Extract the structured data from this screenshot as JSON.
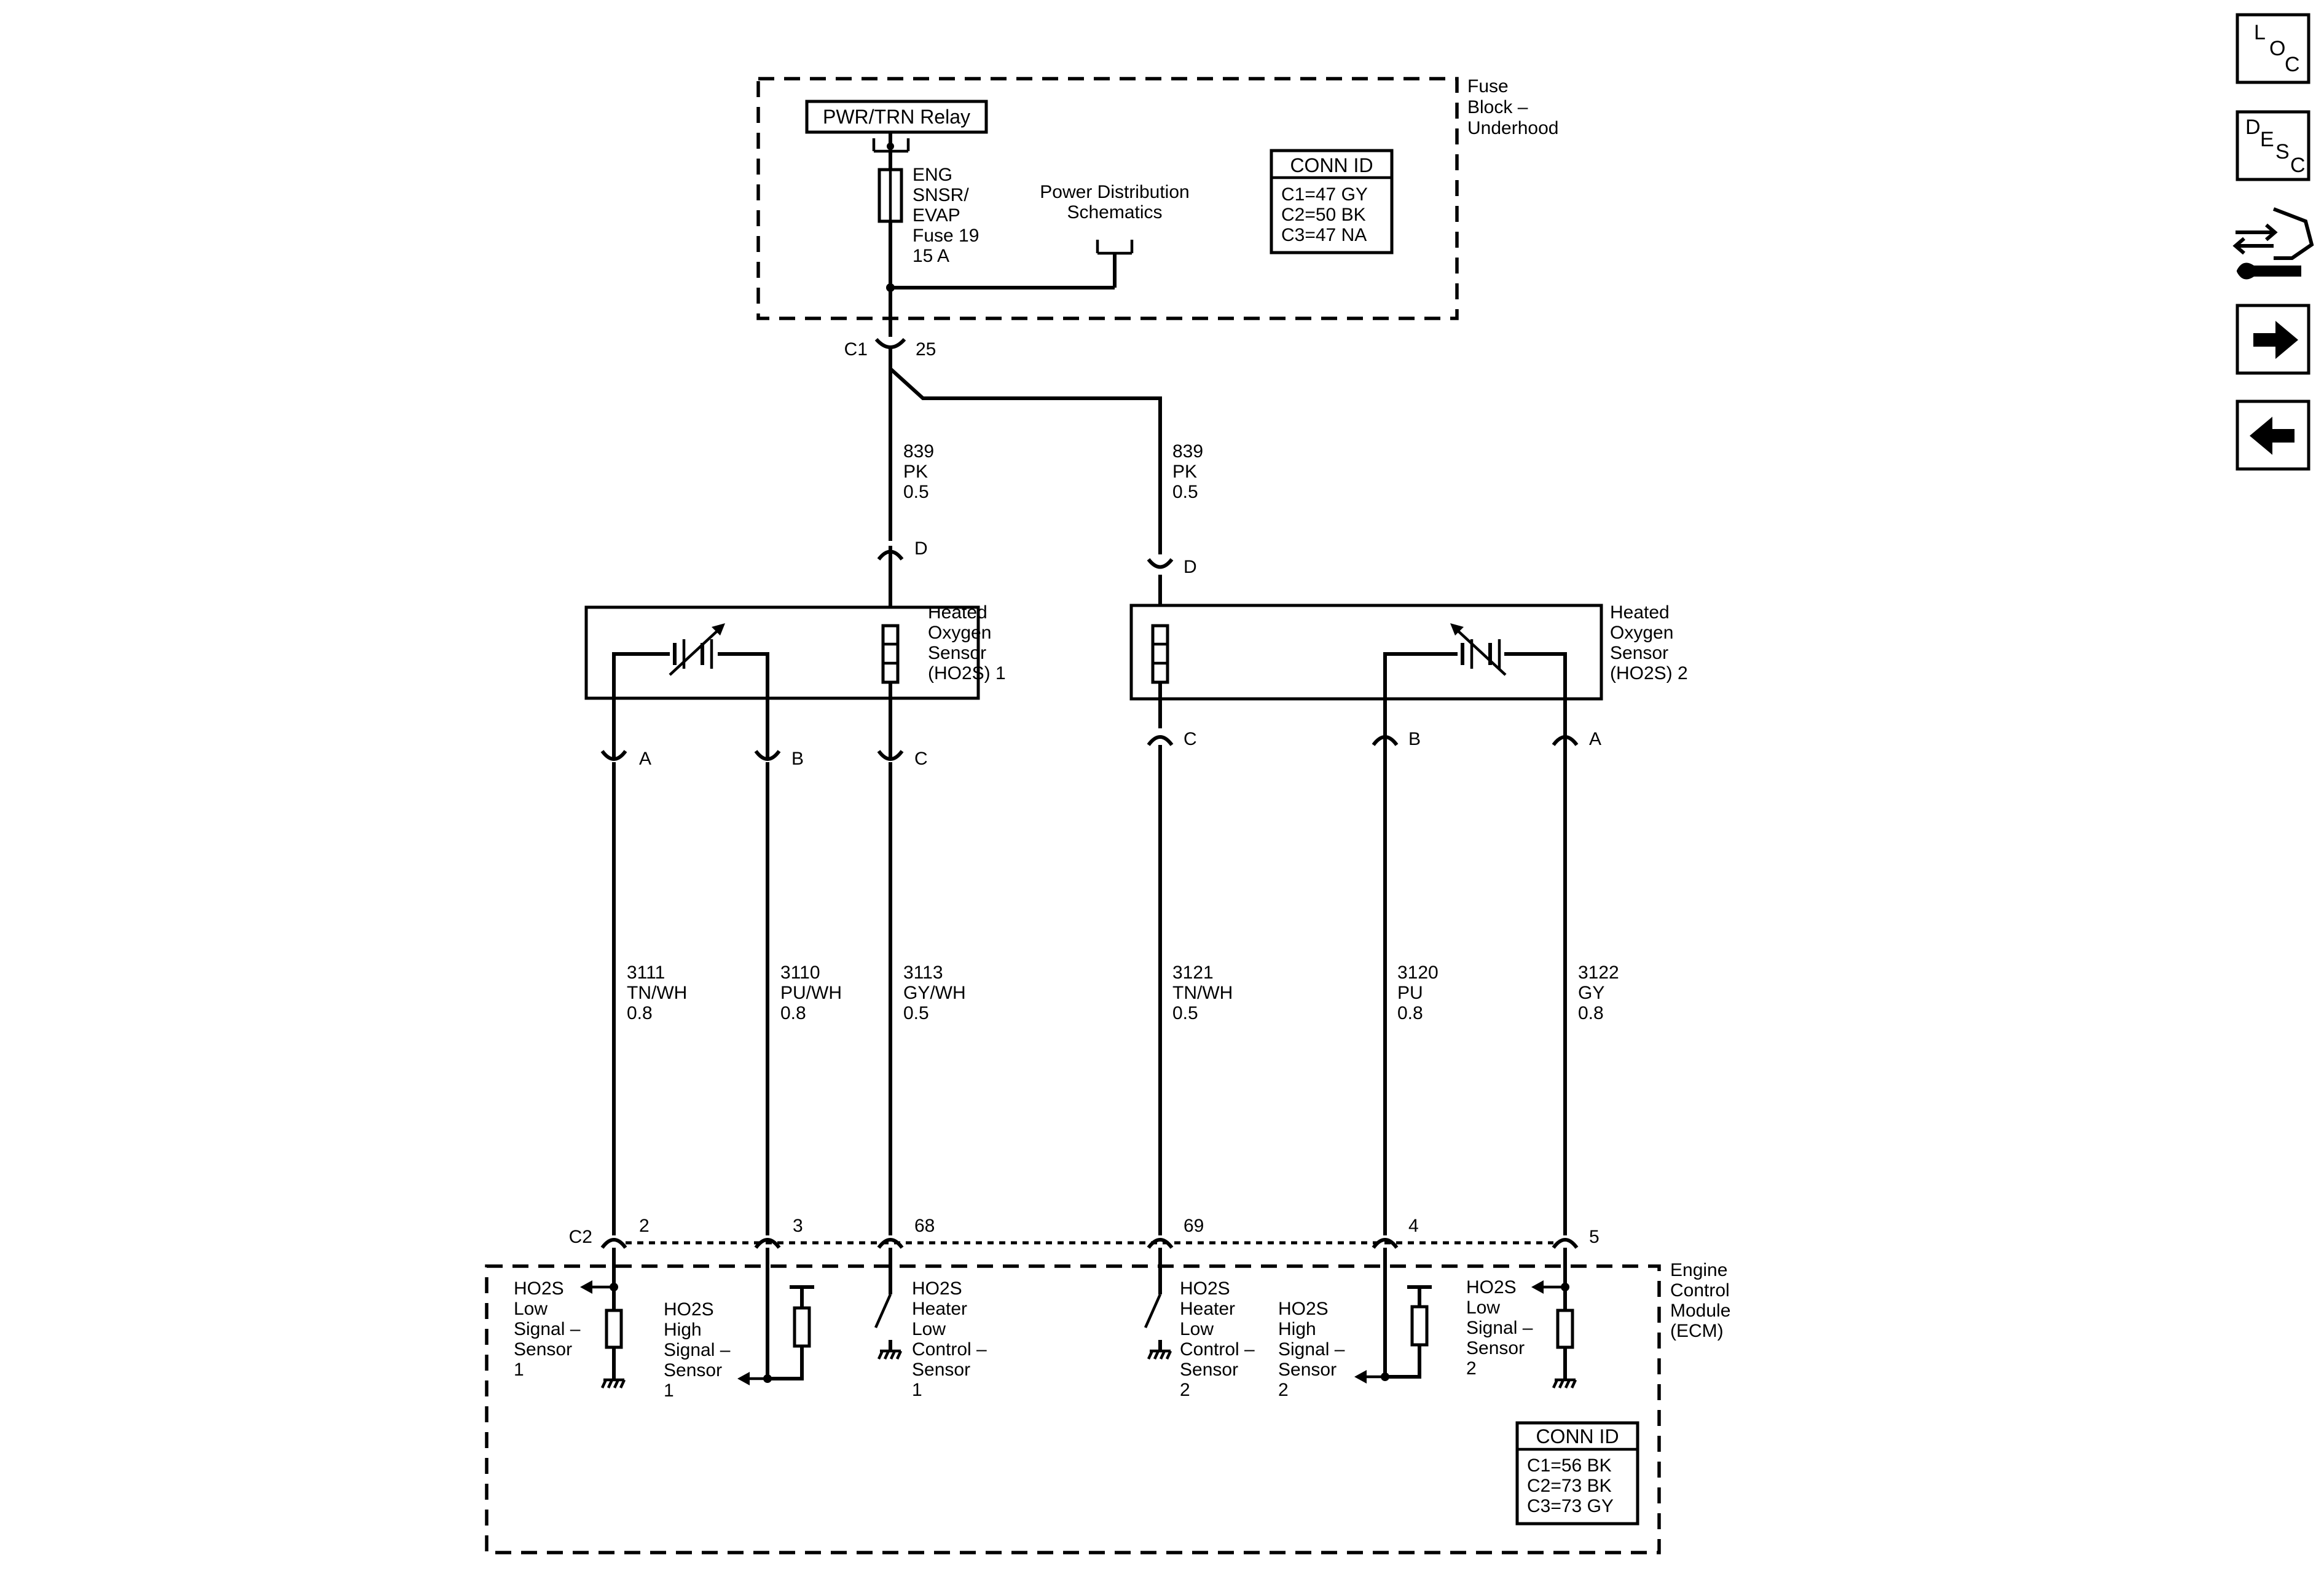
{
  "fuse_block": {
    "name_lines": [
      "Fuse",
      "Block –",
      "Underhood"
    ],
    "relay": "PWR/TRN Relay",
    "fuse_lines": [
      "ENG",
      "SNSR/",
      "EVAP",
      "Fuse 19",
      "15 A"
    ],
    "power_distribution_lines": [
      "Power Distribution",
      "Schematics"
    ],
    "conn_id": {
      "title": "CONN ID",
      "rows": [
        "C1=47 GY",
        "C2=50 BK",
        "C3=47 NA"
      ]
    }
  },
  "connector_c1": {
    "name": "C1",
    "pin": "25"
  },
  "feed_wires": [
    {
      "lines": [
        "839",
        "PK",
        "0.5"
      ]
    },
    {
      "lines": [
        "839",
        "PK",
        "0.5"
      ]
    }
  ],
  "sensors": [
    {
      "name_lines": [
        "Heated",
        "Oxygen",
        "Sensor",
        "(HO2S) 1"
      ],
      "pins": [
        "A",
        "B",
        "C",
        "D"
      ]
    },
    {
      "name_lines": [
        "Heated",
        "Oxygen",
        "Sensor",
        "(HO2S) 2"
      ],
      "pins": [
        "C",
        "B",
        "A",
        "D"
      ]
    }
  ],
  "wires": [
    {
      "lines": [
        "3111",
        "TN/WH",
        "0.8"
      ]
    },
    {
      "lines": [
        "3110",
        "PU/WH",
        "0.8"
      ]
    },
    {
      "lines": [
        "3113",
        "GY/WH",
        "0.5"
      ]
    },
    {
      "lines": [
        "3121",
        "TN/WH",
        "0.5"
      ]
    },
    {
      "lines": [
        "3120",
        "PU",
        "0.8"
      ]
    },
    {
      "lines": [
        "3122",
        "GY",
        "0.8"
      ]
    }
  ],
  "connector_c2": {
    "name": "C2",
    "pins": [
      "2",
      "3",
      "68",
      "69",
      "4",
      "5"
    ]
  },
  "ecm": {
    "name_lines": [
      "Engine",
      "Control",
      "Module",
      "(ECM)"
    ],
    "circuits": [
      {
        "lines": [
          "HO2S",
          "Low",
          "Signal –",
          "Sensor",
          "1"
        ]
      },
      {
        "lines": [
          "HO2S",
          "High",
          "Signal –",
          "Sensor",
          "1"
        ]
      },
      {
        "lines": [
          "HO2S",
          "Heater",
          "Low",
          "Control –",
          "Sensor",
          "1"
        ]
      },
      {
        "lines": [
          "HO2S",
          "Heater",
          "Low",
          "Control –",
          "Sensor",
          "2"
        ]
      },
      {
        "lines": [
          "HO2S",
          "High",
          "Signal –",
          "Sensor",
          "2"
        ]
      },
      {
        "lines": [
          "HO2S",
          "Low",
          "Signal –",
          "Sensor",
          "2"
        ]
      }
    ],
    "conn_id": {
      "title": "CONN ID",
      "rows": [
        "C1=56 BK",
        "C2=73 BK",
        "C3=73 GY"
      ]
    }
  },
  "nav": {
    "loc": [
      "L",
      "O",
      "C"
    ],
    "desc": [
      "D",
      "E",
      "S",
      "C"
    ],
    "icons": [
      "connector-wrench-icon",
      "arrow-right-icon",
      "arrow-left-icon"
    ]
  }
}
